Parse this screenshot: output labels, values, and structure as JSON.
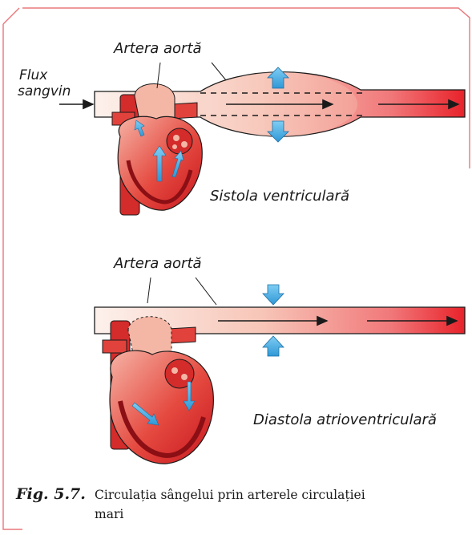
{
  "figure": {
    "labels": {
      "aorta_top": "Artera aortă",
      "flow_line1": "Flux",
      "flow_line2": "sangvin",
      "systole": "Sistola ventriculară",
      "aorta_bottom": "Artera aortă",
      "diastole": "Diastola atrioventriculară"
    },
    "caption": {
      "number": "Fig. 5.7.",
      "text_line1": "Circulația sângelui prin arterele circulației",
      "text_line2": "mari"
    },
    "colors": {
      "heart_red": "#c8161e",
      "vessel_red": "#e8222a",
      "vessel_pale": "#fbe3dc",
      "arrow_blue": "#3aa7e0",
      "frame_pink": "#e8787c"
    }
  }
}
